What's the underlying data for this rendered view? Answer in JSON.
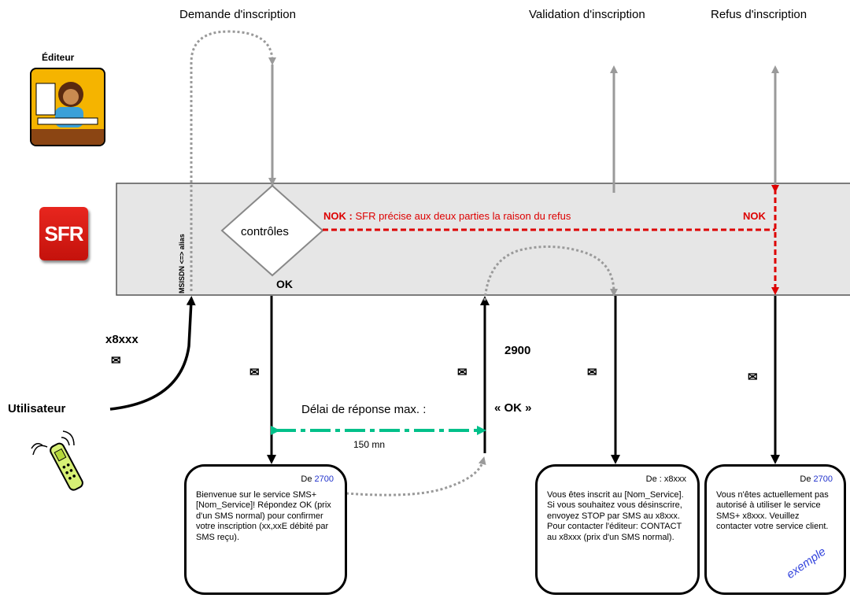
{
  "headers": {
    "demande": "Demande d'inscription",
    "validation": "Validation d'inscription",
    "refus": "Refus d'inscription"
  },
  "actors": {
    "editeur": "Éditeur",
    "sfr": "SFR",
    "utilisateur": "Utilisateur"
  },
  "labels": {
    "msisdn_alias": "MSISDN <=> alias",
    "controles": "contrôles",
    "ok": "OK",
    "nok_prefix": "NOK :",
    "nok_text": "SFR précise aux deux parties la raison du refus",
    "nok_right": "NOK",
    "x8xxx": "x8xxx",
    "num_2900": "2900",
    "ok_quoted": "« OK »",
    "delai": "Délai de réponse max. :",
    "delai_value": "150 mn",
    "exemple": "exemple"
  },
  "envelope_glyph": "✉",
  "sms_messages": [
    {
      "from_prefix": "De ",
      "from_number": "2700",
      "body": "Bienvenue sur le service SMS+ [Nom_Service]! Répondez OK (prix d'un SMS normal) pour confirmer votre inscription (xx,xxE débité par SMS reçu)."
    },
    {
      "from_prefix": "De : x8xxx",
      "from_number": "",
      "body": "Vous êtes inscrit au [Nom_Service]. Si vous souhaitez vous désinscrire, envoyez STOP par SMS au x8xxx. Pour contacter l'éditeur: CONTACT au x8xxx (prix d'un SMS normal)."
    },
    {
      "from_prefix": "De ",
      "from_number": "2700",
      "body": "Vous n'êtes actuellement pas autorisé à utiliser le service SMS+ x8xxx. Veuillez contacter votre service client."
    }
  ],
  "colors": {
    "band": "#e6e6e6",
    "nok_red": "#dd0000",
    "timer_green": "#00c08a",
    "grey_arrow": "#9a9a9a",
    "sfr_red": "#e8261e",
    "link_blue": "#2233cc"
  },
  "icons": {
    "editeur": "editor-at-desk-icon",
    "sfr": "sfr-logo-icon",
    "utilisateur": "mobile-phone-icon",
    "envelope": "envelope-icon"
  }
}
